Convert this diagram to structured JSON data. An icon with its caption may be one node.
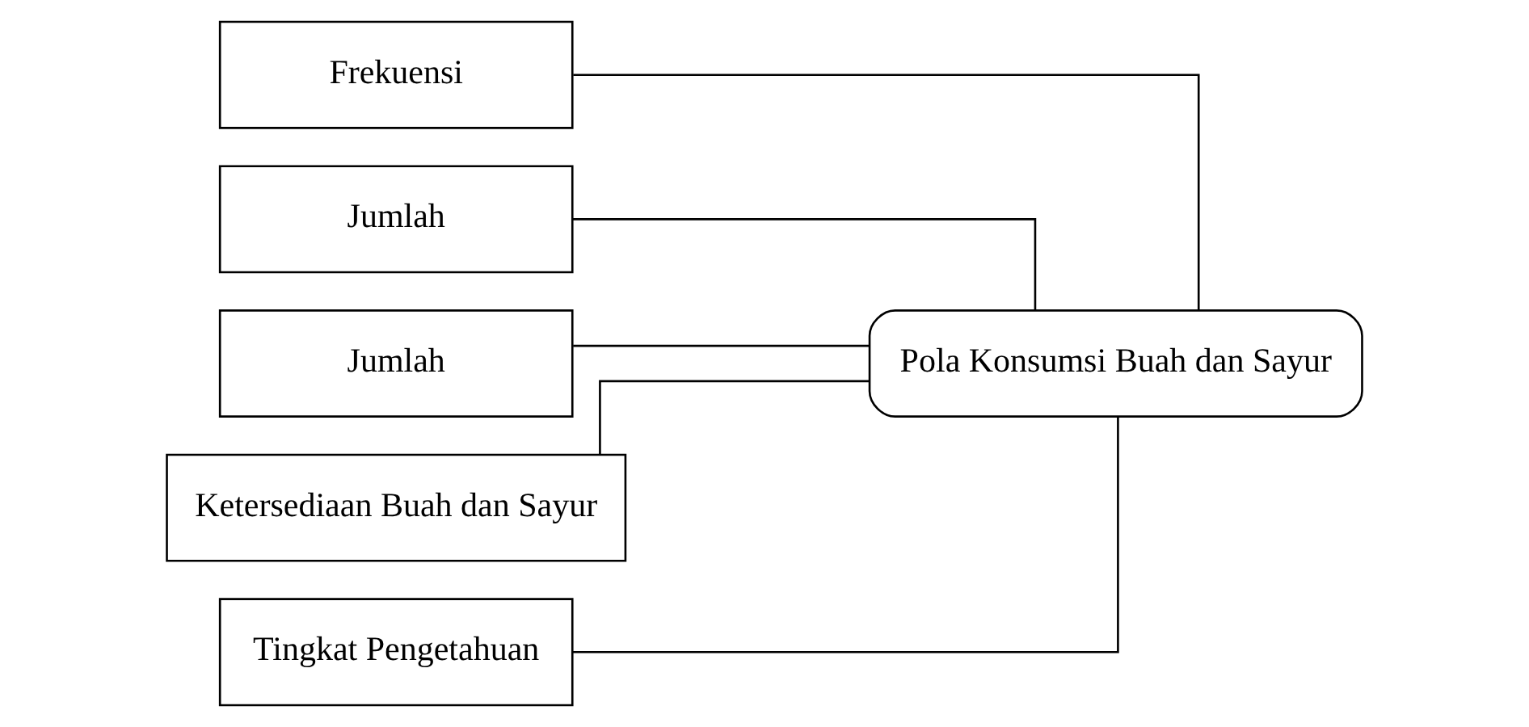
{
  "diagram": {
    "nodes": [
      {
        "text": [
          "Frekuensi"
        ]
      },
      {
        "text": [
          "Jumlah"
        ]
      },
      {
        "text": [
          "Jumlah"
        ]
      },
      {
        "text": [
          "Ketersediaan Buah dan Sayur"
        ]
      },
      {
        "text": [
          "Tingkat Pengetahuan"
        ]
      },
      {
        "text": [
          "Pola Konsumsi Buah dan Sayur"
        ]
      }
    ],
    "edges": [
      {
        "from": 0,
        "to": 5,
        "arrow": "none"
      },
      {
        "from": 1,
        "to": 5,
        "arrow": "none"
      },
      {
        "from": 2,
        "to": 5,
        "arrow": "none"
      },
      {
        "from": 3,
        "to": 5,
        "arrow": "none"
      },
      {
        "from": 4,
        "to": 5,
        "arrow": "none"
      }
    ]
  }
}
